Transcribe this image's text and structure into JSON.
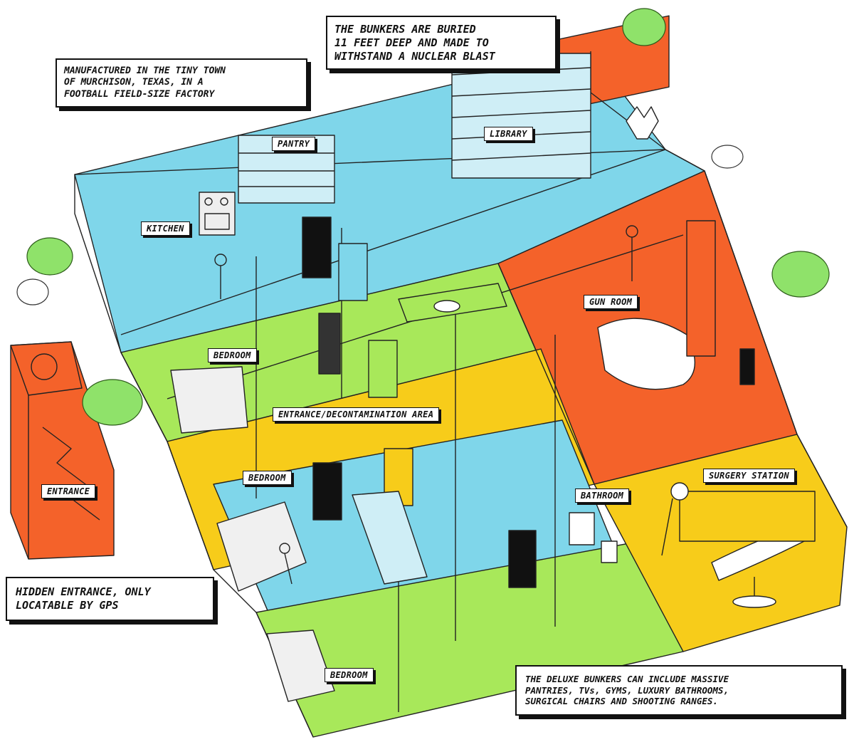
{
  "callouts": {
    "bunkers_depth": "THE BUNKERS ARE BURIED\n11 FEET DEEP AND MADE TO\nWITHSTAND A NUCLEAR BLAST",
    "manufactured": "MANUFACTURED IN THE TINY TOWN\nOF MURCHISON, TEXAS, IN A\nFOOTBALL FIELD-SIZE FACTORY",
    "hidden_entrance": "HIDDEN ENTRANCE, ONLY\nLOCATABLE BY GPS",
    "deluxe": "THE DELUXE BUNKERS CAN INCLUDE MASSIVE\nPANTRIES, TVs, GYMS, LUXURY BATHROOMS,\nSURGICAL CHAIRS AND SHOOTING RANGES."
  },
  "rooms": {
    "pantry": "PANTRY",
    "library": "LIBRARY",
    "kitchen": "KITCHEN",
    "gun_room": "GUN ROOM",
    "bedroom_1": "BEDROOM",
    "entrance_decon": "ENTRANCE/DECONTAMINATION AREA",
    "bedroom_2": "BEDROOM",
    "bathroom": "BATHROOM",
    "surgery": "SURGERY STATION",
    "entrance": "ENTRANCE",
    "bedroom_3": "BEDROOM"
  },
  "colors": {
    "blue": "#7fd6ea",
    "green": "#a8e85a",
    "yellow": "#f7cc1a",
    "orange": "#f4622a",
    "outline": "#222222",
    "shrub": "#8fe26a"
  },
  "icons": [
    "shrub-icon",
    "sheep-icon",
    "hatch-icon",
    "person-icon",
    "bear-rug-icon",
    "deer-head-icon",
    "target-icon",
    "lamp-icon"
  ]
}
